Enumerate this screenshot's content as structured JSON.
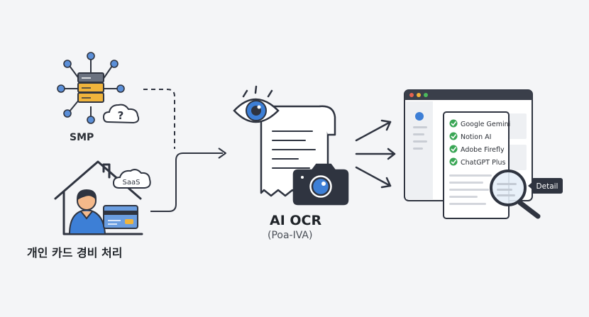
{
  "left": {
    "smp_label": "SMP",
    "cloud_mark": "?",
    "saas_label": "SaaS",
    "card_label": "개인 카드 경비 처리"
  },
  "center": {
    "title": "AI OCR",
    "subtitle": "(Poa-IVA)"
  },
  "right": {
    "window_controls": [
      "red-dot",
      "yellow-dot",
      "green-dot"
    ],
    "tools": [
      {
        "label": "Google Gemini",
        "icon": "check-circle-icon"
      },
      {
        "label": "Notion AI",
        "icon": "check-circle-icon"
      },
      {
        "label": "Adobe Firefly",
        "icon": "check-circle-icon"
      },
      {
        "label": "ChatGPT Plus",
        "icon": "check-circle-icon"
      }
    ],
    "detail_label": "Detail"
  },
  "colors": {
    "background": "#f4f5f7",
    "outline": "#2f3440",
    "accent_blue": "#3d7fd6",
    "accent_orange": "#f0b43c",
    "check_green": "#3aa655",
    "skin": "#f5b98a",
    "dot_red": "#e8634f",
    "dot_yellow": "#f2b23a",
    "dot_green": "#4cba5c"
  }
}
